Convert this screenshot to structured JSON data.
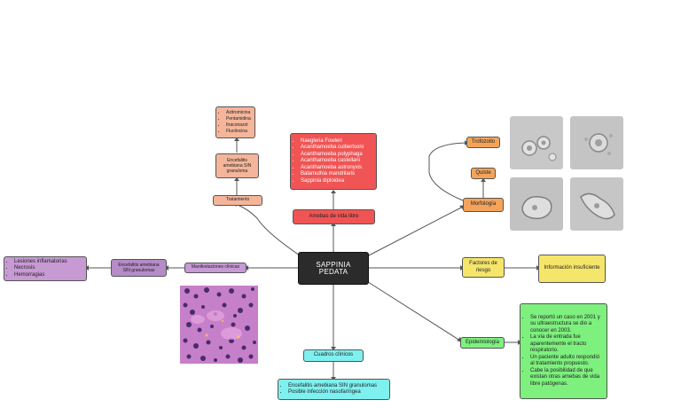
{
  "central": "SAPPINIA PEDATA",
  "amebas": {
    "label": "Amebas de vida libre",
    "list": [
      "Naegleria Fowleri",
      "Acanthamoeba culbertsoni",
      "Acanthamoeba polyphaga",
      "Acanthamoeba castellani",
      "Acanthamoeba astronyxis",
      "Balamuthia mandrilaris",
      "Sappinia diploidea"
    ]
  },
  "tratamiento": {
    "label": "Tratamiento",
    "encefalitis": "Encefalitis amebiana SIN granuloma",
    "drugs": [
      "Azitromicina",
      "Pentamidina",
      "Itraconazol",
      "Flucitocina"
    ]
  },
  "manifestaciones": {
    "label": "Manifestaciones clínicas",
    "encefalitis": "Encefalitis amebiana SIN granulomas",
    "list": [
      "Lesiones inflamatorias",
      "Necrosis",
      "Hemorragias"
    ]
  },
  "morfologia": {
    "label": "Morfología",
    "trofozoito": "Trofozoito",
    "quiste": "Quiste"
  },
  "factores": {
    "label": "Factores de riesgo",
    "info": "Información insuficiente"
  },
  "epidemiologia": {
    "label": "Epidemiología",
    "list": [
      "Se reportó un caso en 2001 y su ultraestructura se dio a conocer en 2003.",
      "La vía de entrada fue aparentemente el tracto respiratorio.",
      "Un paciente adulto respondió al tratamiento propuesto.",
      "Cabe la posibilidad de que existan otras amebas de vida libre patógenas."
    ]
  },
  "cuadros": {
    "label": "Cuadros clínicos",
    "list": [
      "Encefalitis amebiana SIN granulomas",
      "Posible infección nasofaríngea"
    ]
  },
  "colors": {
    "central": "#2b2b2b",
    "red": "#f05454",
    "salmon": "#f4b59a",
    "orange": "#f3a45a",
    "yellow": "#f5e56a",
    "green": "#7ef07e",
    "cyan": "#7ef0f0",
    "purple": "#c79ad4",
    "purple_dark": "#b58bc8"
  }
}
